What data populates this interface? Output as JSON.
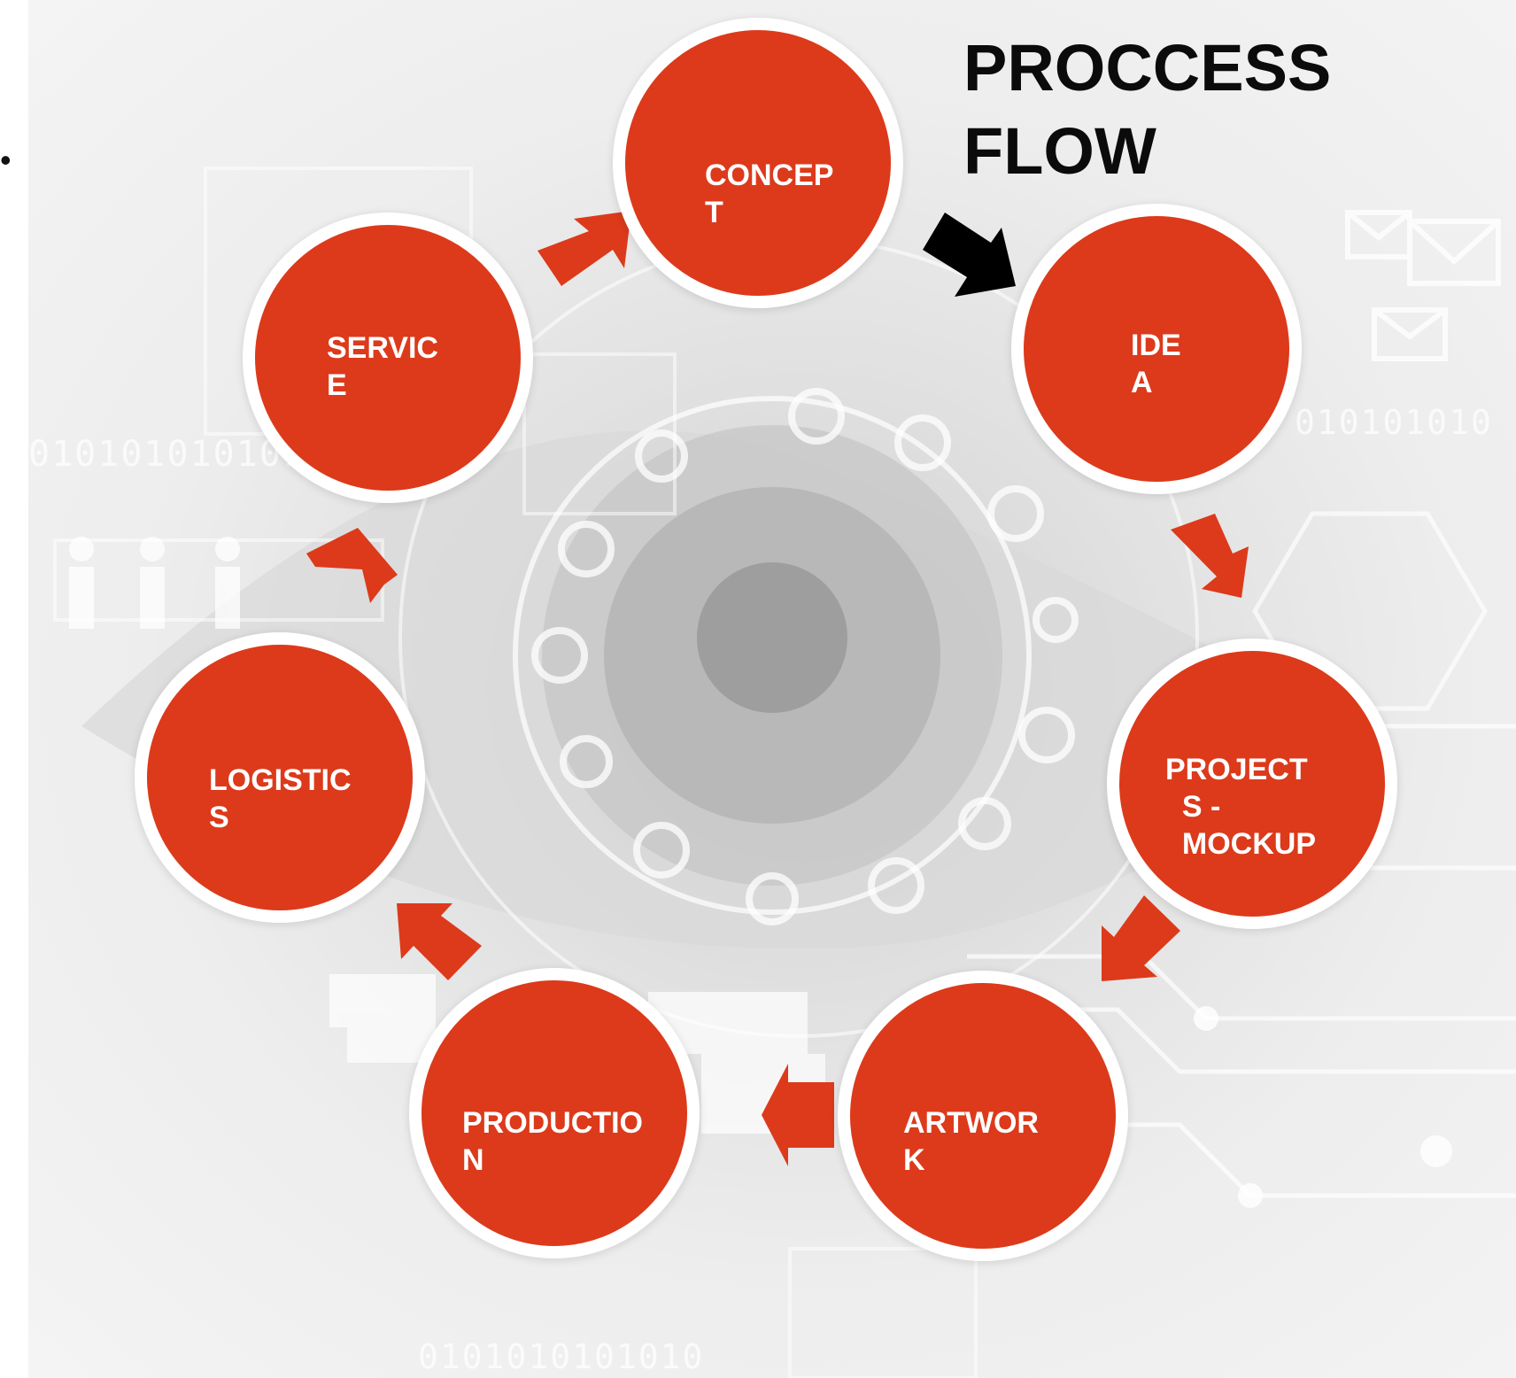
{
  "bullet": "•",
  "title_line1": "PROCCESS",
  "title_line2": "FLOW",
  "background": {
    "binary_left": "01010101010101",
    "binary_bottom": "0101010101010",
    "binary_right": "010101010"
  },
  "nodes": [
    {
      "id": "concept",
      "line1": "CONCEP",
      "line2": "T"
    },
    {
      "id": "idea",
      "line1": "IDE",
      "line2": "A"
    },
    {
      "id": "projects-mockup",
      "line1": "PROJECT",
      "line2": "S -",
      "line3": "MOCKUP"
    },
    {
      "id": "artwork",
      "line1": "ARTWOR",
      "line2": "K"
    },
    {
      "id": "production",
      "line1": "PRODUCTIO",
      "line2": "N"
    },
    {
      "id": "logistics",
      "line1": "LOGISTIC",
      "line2": "S"
    },
    {
      "id": "service",
      "line1": "SERVIC",
      "line2": "E"
    }
  ],
  "colors": {
    "node_fill": "#dc3a1b",
    "node_border": "#ffffff",
    "arrow_red": "#dc3a1b",
    "arrow_black": "#000000",
    "title": "#0b0b0b"
  }
}
